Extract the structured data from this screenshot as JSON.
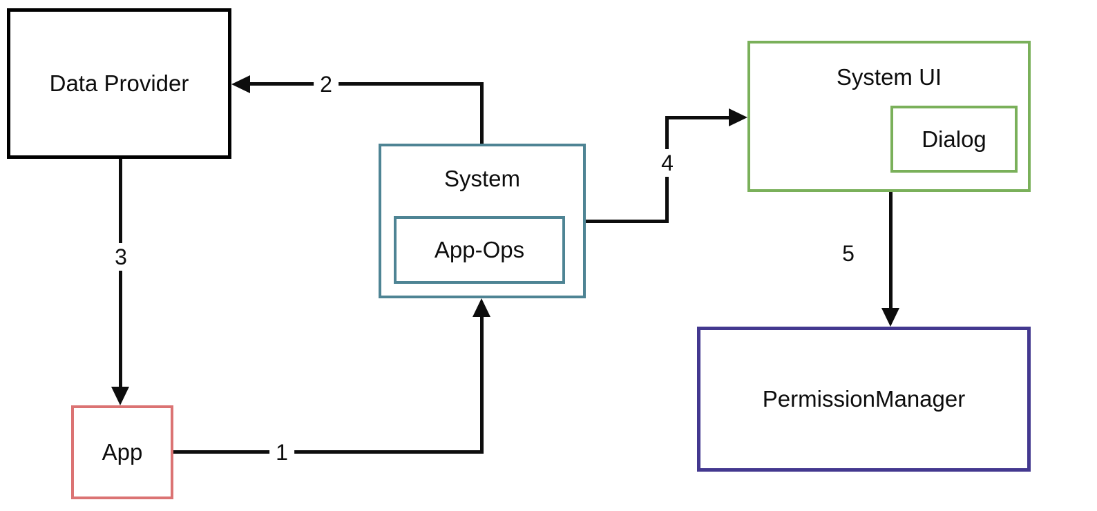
{
  "diagram": {
    "title": "App permission data flow diagram",
    "background_color": "#ffffff",
    "line_color": "#0d0d0d",
    "text_color": "#0d0d0d",
    "colors": {
      "data_provider_border": "#000000",
      "app_border": "#db7373",
      "system_border": "#4e8494",
      "app_ops_border": "#4e8494",
      "system_ui_border": "#7ab05a",
      "dialog_border": "#7ab05a",
      "permission_manager_border": "#43388f"
    },
    "nodes": {
      "data_provider": {
        "label": "Data Provider"
      },
      "app": {
        "label": "App"
      },
      "system": {
        "label": "System"
      },
      "app_ops": {
        "label": "App-Ops"
      },
      "system_ui": {
        "label": "System UI"
      },
      "dialog": {
        "label": "Dialog"
      },
      "permission_manager": {
        "label": "PermissionManager"
      }
    },
    "edges": {
      "step1": {
        "label": "1",
        "from": "App",
        "to": "System"
      },
      "step2": {
        "label": "2",
        "from": "System",
        "to": "Data Provider"
      },
      "step3": {
        "label": "3",
        "from": "Data Provider",
        "to": "App"
      },
      "step4": {
        "label": "4",
        "from": "System",
        "to": "System UI"
      },
      "step5": {
        "label": "5",
        "from": "System UI",
        "to": "PermissionManager"
      }
    }
  }
}
